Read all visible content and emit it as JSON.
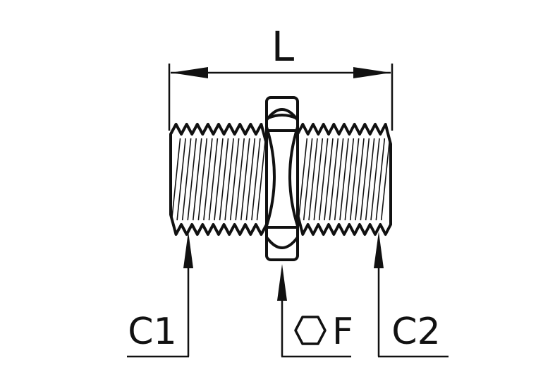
{
  "labels": {
    "length": "L",
    "thread_1": "C1",
    "thread_2": "C2",
    "hex_size": "F"
  },
  "icons": {
    "hex_symbol": "hexagon-icon"
  },
  "colors": {
    "line": "#111111",
    "background": "#ffffff"
  }
}
